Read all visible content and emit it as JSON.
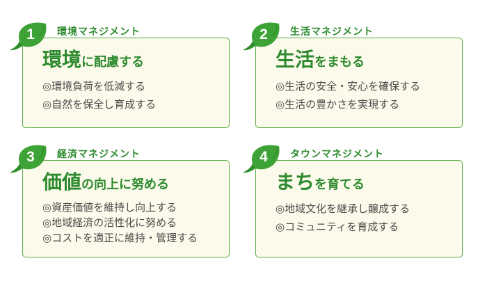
{
  "cards": [
    {
      "number": "1",
      "category": "環境マネジメント",
      "headline_big": "環境",
      "headline_small": "に配慮する",
      "items": [
        "◎環境負荷を低減する",
        "◎自然を保全し育成する"
      ]
    },
    {
      "number": "2",
      "category": "生活マネジメント",
      "headline_big": "生活",
      "headline_small": "をまもる",
      "items": [
        "◎生活の安全・安心を確保する",
        "◎生活の豊かさを実現する"
      ]
    },
    {
      "number": "3",
      "category": "経済マネジメント",
      "headline_big": "価値",
      "headline_small": "の向上に努める",
      "items": [
        "◎資産価値を維持し向上する",
        "◎地域経済の活性化に努める",
        "◎コストを適正に維持・管理する"
      ]
    },
    {
      "number": "4",
      "category": "タウンマネジメント",
      "headline_big": "まち",
      "headline_small": "を育てる",
      "items": [
        "◎地域文化を継承し醸成する",
        "◎コミュニティを育成する"
      ]
    }
  ],
  "colors": {
    "accent_green": "#2d8a2f",
    "badge_green": "#3ea336",
    "border_green": "#59ab46",
    "box_fill": "#fcfaea",
    "item_text": "#4a4a4a"
  },
  "icons": {
    "badge": "leaf-badge-icon"
  }
}
